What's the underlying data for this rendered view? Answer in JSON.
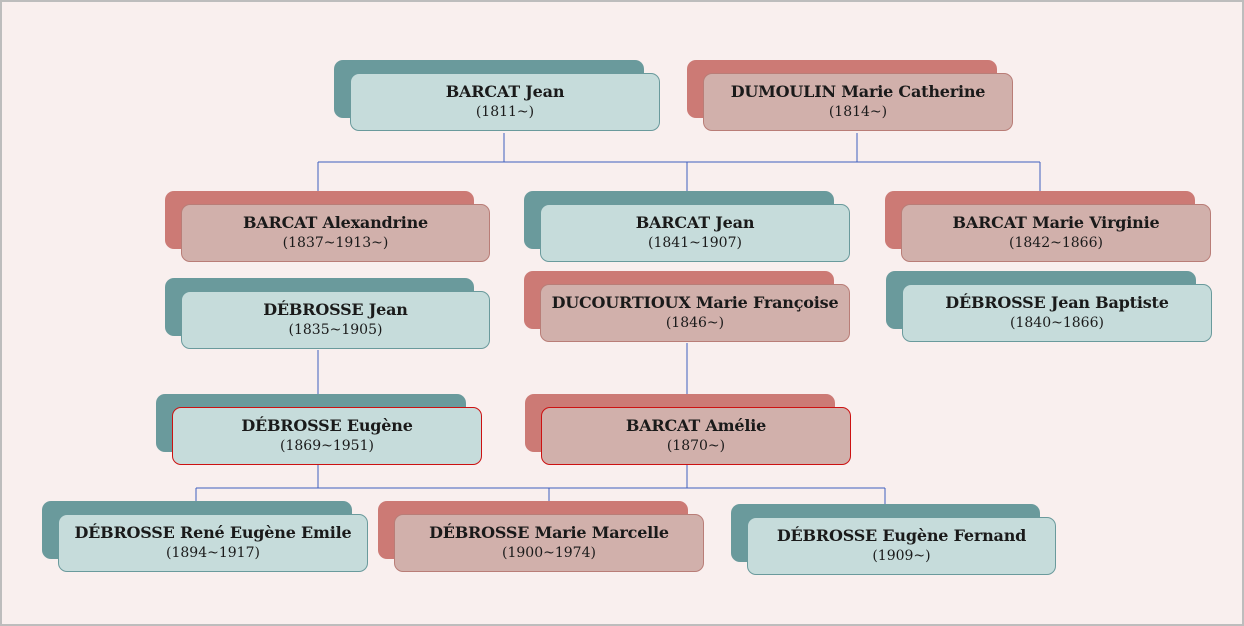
{
  "colors": {
    "male": "#c6dcdb",
    "male_shadow": "#6a9a9c",
    "female": "#d1b0ab",
    "female_shadow": "#cc7a75",
    "connector": "#3f5fbf",
    "highlight_border": "#cc1111",
    "background": "#f9efee"
  },
  "people": {
    "barcat_jean_1811": {
      "name": "BARCAT Jean",
      "dates": "(1811~)"
    },
    "dumoulin_marie_catherine": {
      "name": "DUMOULIN Marie Catherine",
      "dates": "(1814~)"
    },
    "barcat_alexandrine": {
      "name": "BARCAT Alexandrine",
      "dates": "(1837~1913~)"
    },
    "barcat_jean_1841": {
      "name": "BARCAT Jean",
      "dates": "(1841~1907)"
    },
    "barcat_marie_virginie": {
      "name": "BARCAT Marie Virginie",
      "dates": "(1842~1866)"
    },
    "debrosse_jean": {
      "name": "DÉBROSSE Jean",
      "dates": "(1835~1905)"
    },
    "ducourtioux_marie_francoise": {
      "name": "DUCOURTIOUX Marie Françoise",
      "dates": "(1846~)"
    },
    "debrosse_jean_baptiste": {
      "name": "DÉBROSSE Jean Baptiste",
      "dates": "(1840~1866)"
    },
    "debrosse_eugene": {
      "name": "DÉBROSSE Eugène",
      "dates": "(1869~1951)"
    },
    "barcat_amelie": {
      "name": "BARCAT Amélie",
      "dates": "(1870~)"
    },
    "debrosse_rene_eugene_emile": {
      "name": "DÉBROSSE René Eugène Emile",
      "dates": "(1894~1917)"
    },
    "debrosse_marie_marcelle": {
      "name": "DÉBROSSE Marie Marcelle",
      "dates": "(1900~1974)"
    },
    "debrosse_eugene_fernand": {
      "name": "DÉBROSSE Eugène Fernand",
      "dates": "(1909~)"
    }
  }
}
